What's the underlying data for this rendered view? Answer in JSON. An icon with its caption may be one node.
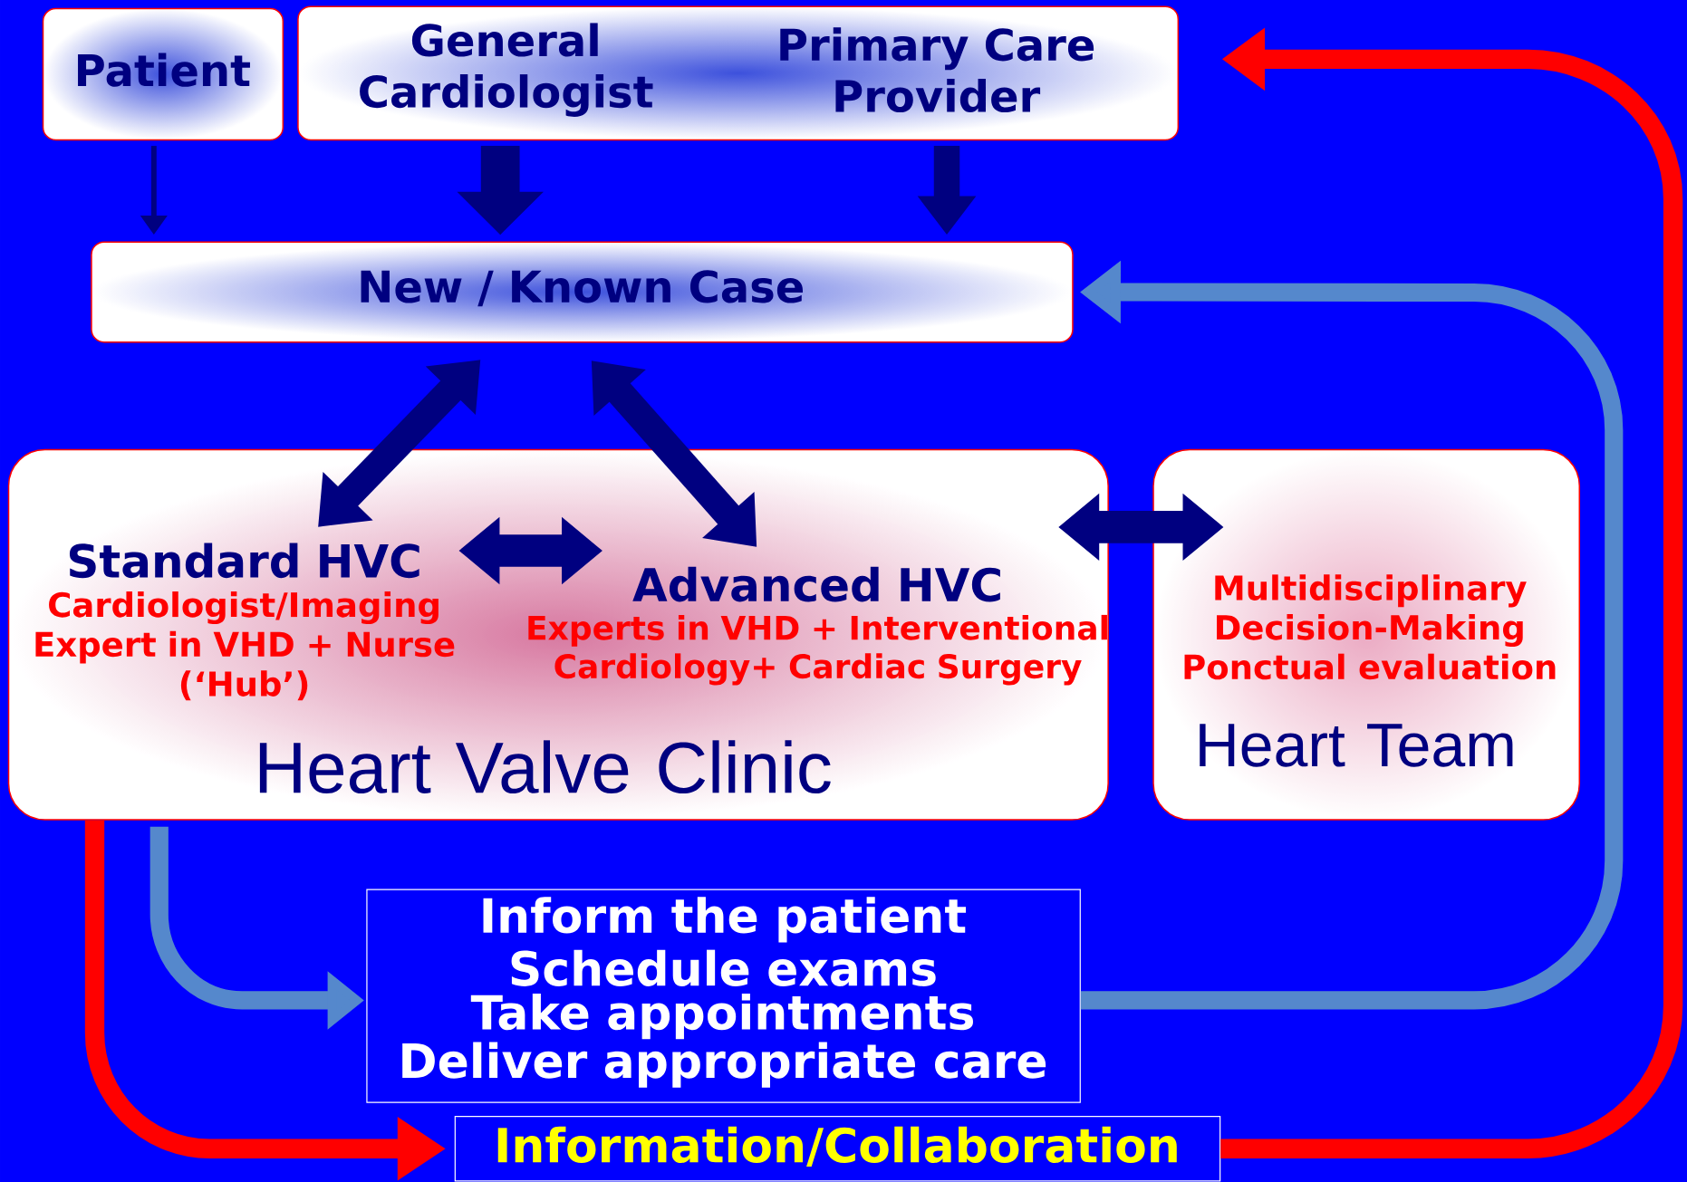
{
  "diagram": {
    "nodes": [
      {
        "text": [
          "Patient"
        ]
      },
      {
        "text": [
          "General Cardiologist",
          "Primary Care Provider"
        ]
      },
      {
        "text": [
          "New / Known Case"
        ]
      },
      {
        "text": [
          "Heart Valve Clinic"
        ]
      },
      {
        "text": [
          "Standard HVC",
          "Cardiologist/Imaging Expert in VHD + Nurse (‘Hub’)"
        ],
        "in": 3
      },
      {
        "text": [
          "Advanced HVC",
          "Experts in VHD + Interventional Cardiology+ Cardiac Surgery"
        ],
        "in": 3
      },
      {
        "text": [
          "Multidisciplinary Decision-Making Ponctual evaluation",
          "Heart Team"
        ]
      },
      {
        "text": [
          "Inform the patient",
          "Schedule exams",
          "Take appointments",
          "Deliver appropriate care"
        ]
      },
      {
        "text": [
          "Information/Collaboration"
        ]
      }
    ],
    "edges": [
      {
        "from": 0,
        "to": 2,
        "arrow": "to"
      },
      {
        "from": 1,
        "to": 2,
        "arrow": "to"
      },
      {
        "from": 1,
        "to": 2,
        "arrow": "to"
      },
      {
        "from": 2,
        "to": 4,
        "arrow": "both"
      },
      {
        "from": 2,
        "to": 5,
        "arrow": "both"
      },
      {
        "from": 4,
        "to": 5,
        "arrow": "both"
      },
      {
        "from": 3,
        "to": 6,
        "arrow": "both"
      },
      {
        "from": 3,
        "to": 7,
        "arrow": "to",
        "color": "#5588cc"
      },
      {
        "from": 7,
        "to": 2,
        "arrow": "to",
        "color": "#5588cc"
      },
      {
        "from": 3,
        "to": 8,
        "arrow": "to",
        "color": "#ff0000"
      },
      {
        "from": 8,
        "to": 1,
        "arrow": "to",
        "color": "#ff0000"
      }
    ]
  }
}
